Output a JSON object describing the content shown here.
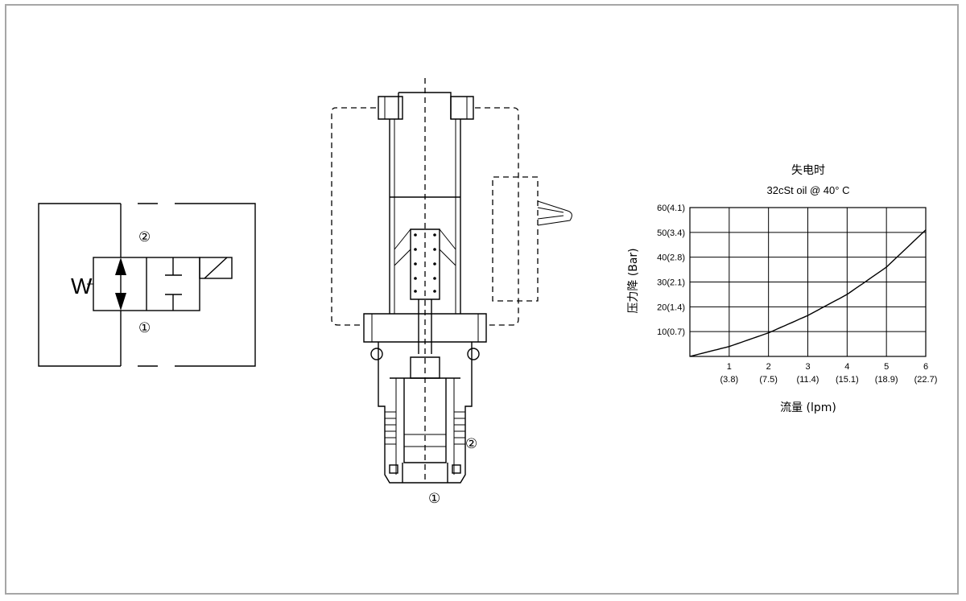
{
  "symbol": {
    "port_top": "②",
    "port_bottom": "①",
    "spring_label": "W"
  },
  "section": {
    "port_side": "②",
    "port_bottom": "①"
  },
  "chart_data": {
    "type": "line",
    "title": "失电时",
    "subtitle": "32cSt oil @ 40°  C",
    "xlabel": "流量 (lpm)",
    "ylabel": "压力降 (Bar)",
    "xlim": [
      0,
      6
    ],
    "ylim": [
      0,
      60
    ],
    "x_ticks": [
      {
        "value": 1,
        "label": "1",
        "sub": "(3.8)"
      },
      {
        "value": 2,
        "label": "2",
        "sub": "(7.5)"
      },
      {
        "value": 3,
        "label": "3",
        "sub": "(11.4)"
      },
      {
        "value": 4,
        "label": "4",
        "sub": "(15.1)"
      },
      {
        "value": 5,
        "label": "5",
        "sub": "(18.9)"
      },
      {
        "value": 6,
        "label": "6",
        "sub": "(22.7)"
      }
    ],
    "y_ticks": [
      {
        "value": 10,
        "label": "10(0.7)"
      },
      {
        "value": 20,
        "label": "20(1.4)"
      },
      {
        "value": 30,
        "label": "30(2.1)"
      },
      {
        "value": 40,
        "label": "40(2.8)"
      },
      {
        "value": 50,
        "label": "50(3.4)"
      },
      {
        "value": 60,
        "label": "60(4.1)"
      }
    ],
    "grid": true,
    "series": [
      {
        "x": [
          0,
          1,
          2,
          3,
          4,
          5,
          6
        ],
        "y": [
          0,
          4,
          9.5,
          16.5,
          25,
          36,
          51
        ]
      }
    ]
  }
}
